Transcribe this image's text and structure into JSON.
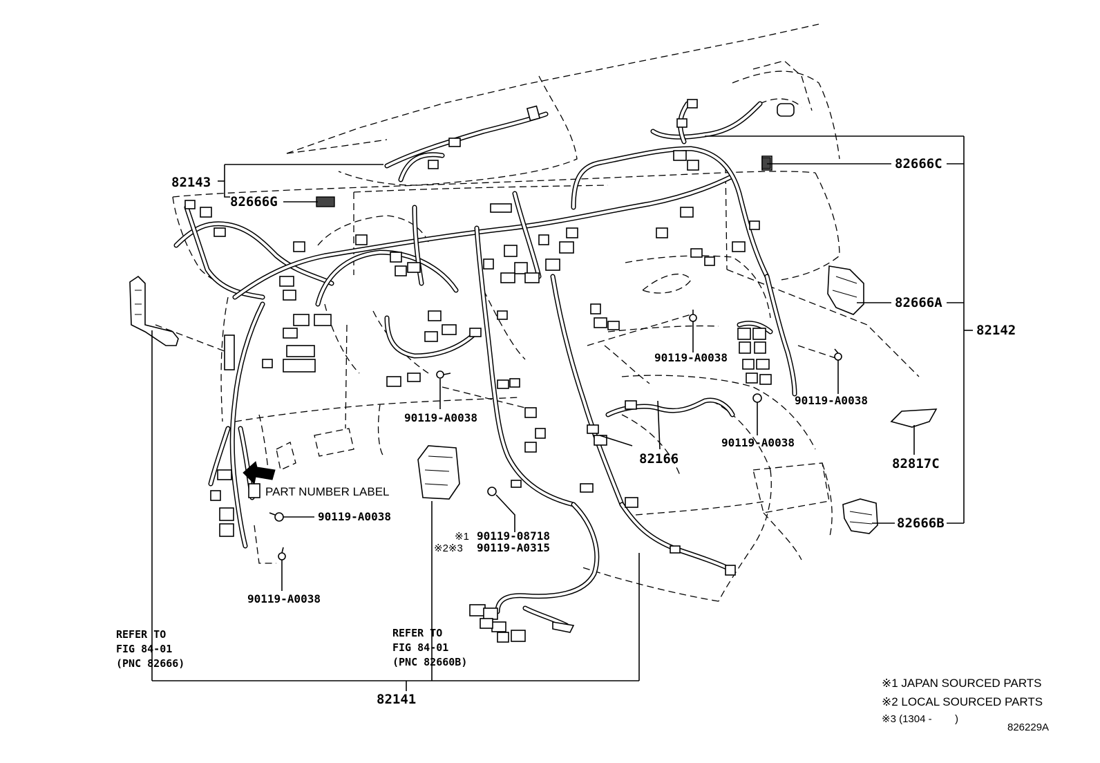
{
  "diagram": {
    "callouts": {
      "c82143": "82143",
      "c82666G": "82666G",
      "c82666C": "82666C",
      "c82666A": "82666A",
      "c82142": "82142",
      "c82817C": "82817C",
      "c82666B": "82666B",
      "c82166": "82166",
      "c82141": "82141",
      "bolt_a0038_1": "90119-A0038",
      "bolt_a0038_2": "90119-A0038",
      "bolt_a0038_3": "90119-A0038",
      "bolt_a0038_4": "90119-A0038",
      "bolt_a0038_5": "90119-A0038",
      "bolt_a0038_6": "90119-A0038",
      "bolt_08718": "90119-08718",
      "bolt_a0315": "90119-A0315",
      "mark_08718": "※1",
      "mark_a0315": "※2※3"
    },
    "label_text": "PART NUMBER LABEL",
    "refer_left": {
      "line1": "REFER TO",
      "line2": "FIG 84-01",
      "line3": "(PNC 82666)"
    },
    "refer_mid": {
      "line1": "REFER TO",
      "line2": "FIG 84-01",
      "line3": "(PNC 82660B)"
    },
    "notes": {
      "n1": "※1 JAPAN SOURCED PARTS",
      "n2": "※2 LOCAL SOURCED PARTS",
      "n3": "※3 (1304 -        )"
    },
    "figure_id": "826229A"
  }
}
